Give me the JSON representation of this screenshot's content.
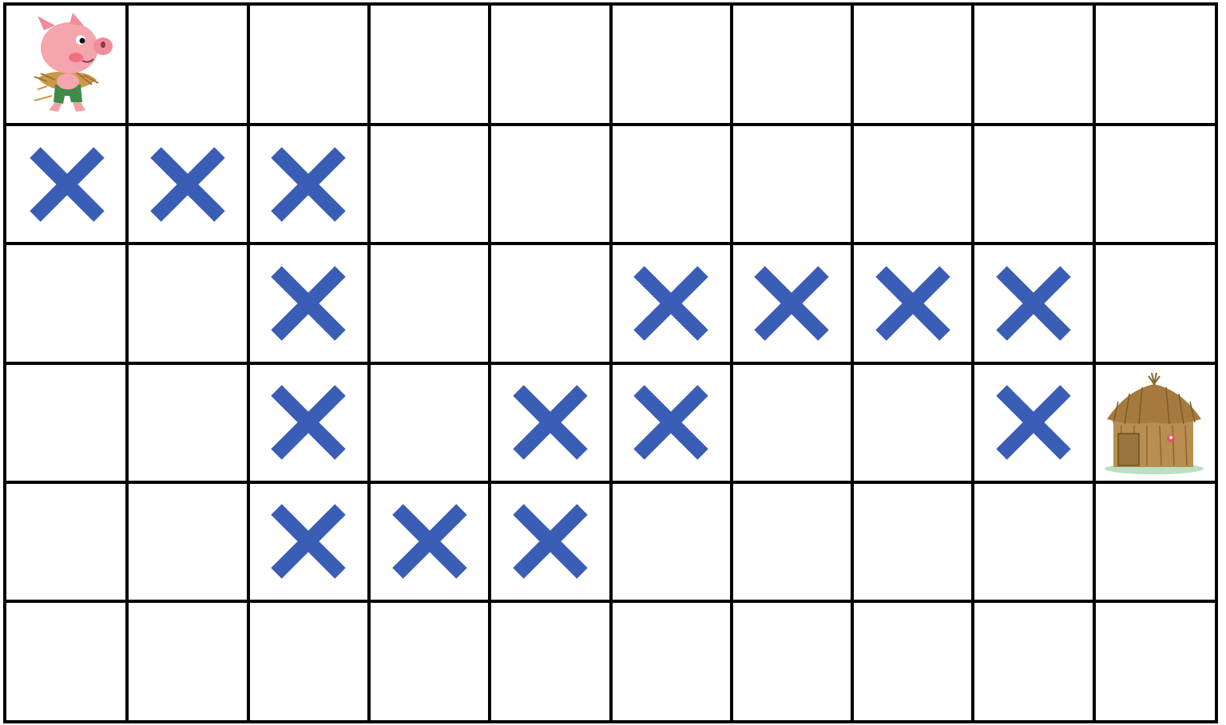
{
  "board": {
    "rows": 6,
    "columns": 10,
    "colors": {
      "grid_line": "#000000",
      "background": "#ffffff",
      "cross": "#3a5db6"
    },
    "cells": [
      {
        "row": 0,
        "col": 0,
        "content": "pig"
      },
      {
        "row": 1,
        "col": 0,
        "content": "cross"
      },
      {
        "row": 1,
        "col": 1,
        "content": "cross"
      },
      {
        "row": 1,
        "col": 2,
        "content": "cross"
      },
      {
        "row": 2,
        "col": 2,
        "content": "cross"
      },
      {
        "row": 2,
        "col": 5,
        "content": "cross"
      },
      {
        "row": 2,
        "col": 6,
        "content": "cross"
      },
      {
        "row": 2,
        "col": 7,
        "content": "cross"
      },
      {
        "row": 2,
        "col": 8,
        "content": "cross"
      },
      {
        "row": 3,
        "col": 2,
        "content": "cross"
      },
      {
        "row": 3,
        "col": 4,
        "content": "cross"
      },
      {
        "row": 3,
        "col": 5,
        "content": "cross"
      },
      {
        "row": 3,
        "col": 8,
        "content": "cross"
      },
      {
        "row": 3,
        "col": 9,
        "content": "straw-house"
      },
      {
        "row": 4,
        "col": 2,
        "content": "cross"
      },
      {
        "row": 4,
        "col": 3,
        "content": "cross"
      },
      {
        "row": 4,
        "col": 4,
        "content": "cross"
      }
    ]
  }
}
